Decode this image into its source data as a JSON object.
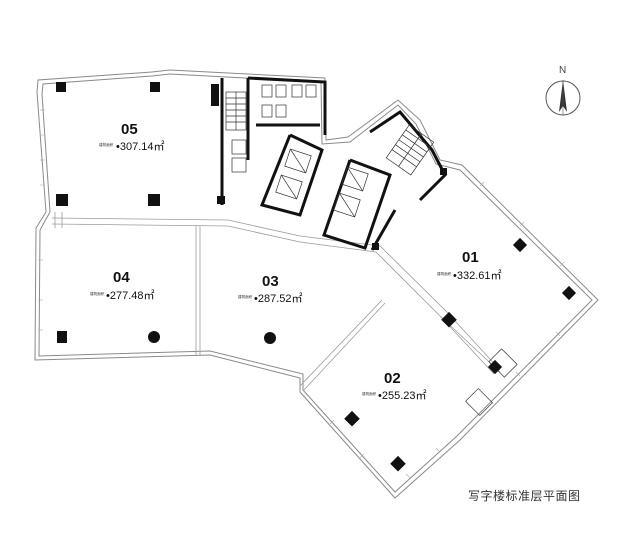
{
  "compass": {
    "letter": "N"
  },
  "caption": "写字楼标准层平面图",
  "area_label": "建筑面积",
  "units": [
    {
      "id": "05",
      "area": "•307.14㎡"
    },
    {
      "id": "04",
      "area": "•277.48㎡"
    },
    {
      "id": "03",
      "area": "•287.52㎡"
    },
    {
      "id": "01",
      "area": "•332.61㎡"
    },
    {
      "id": "02",
      "area": "•255.23㎡"
    }
  ],
  "colors": {
    "wall": "#111111",
    "line": "#777777",
    "glass": "#9a9a9a",
    "background": "#ffffff"
  }
}
